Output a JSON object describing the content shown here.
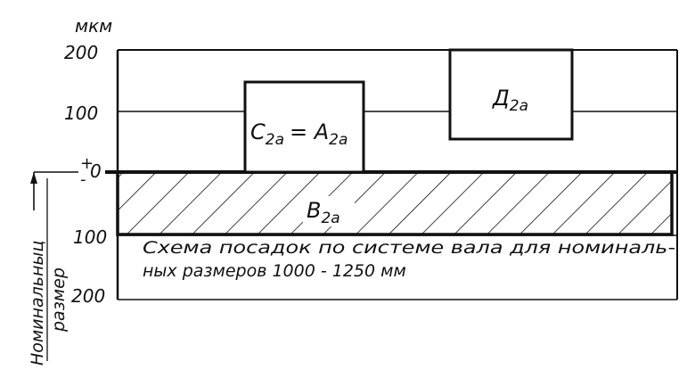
{
  "axis": {
    "unit": "мкм",
    "ticks": [
      "200",
      "100",
      "0",
      "100",
      "200"
    ],
    "zero_signs": {
      "plus": "+",
      "minus": "-"
    }
  },
  "nominal_size_label": {
    "line1": "Номинальныц",
    "line2": "размер"
  },
  "fields": [
    {
      "id": "c_a",
      "text": "C",
      "sub": "2a",
      "eq": "= A",
      "sub2": "2a",
      "upper": 150,
      "lower": 0
    },
    {
      "id": "d",
      "text": "Д",
      "sub": "2a",
      "upper": 200,
      "lower": 55
    },
    {
      "id": "b",
      "text": "B",
      "sub": "2a",
      "upper": 0,
      "lower": -100,
      "hatched": true
    }
  ],
  "caption": {
    "line1": "Схема посадок по системе вала для номиналь-",
    "line2": "ных размеров  1000 - 1250 мм"
  }
}
